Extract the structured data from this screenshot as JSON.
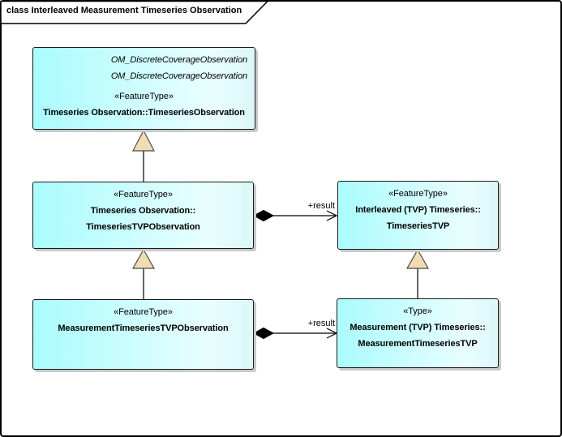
{
  "diagram": {
    "frame_title": "class Interleaved Measurement Timeseries Observation"
  },
  "colors": {
    "box-fill-left": "#a9fcfd",
    "box-fill-right": "#e9feff",
    "box-border": "#1a1a1a",
    "box-shadow": "#c9c9c9",
    "triangle-fill": "#f1ddb5",
    "connector": "#000000",
    "frame-border": "#000000",
    "background": "#ffffff",
    "text": "#000000"
  },
  "classes": {
    "timeseries_observation": {
      "parents": [
        "OM_DiscreteCoverageObservation",
        "OM_DiscreteCoverageObservation"
      ],
      "stereotype": "«FeatureType»",
      "name_lines": [
        "Timeseries Observation::TimeseriesObservation"
      ]
    },
    "timeseries_tvp_observation": {
      "stereotype": "«FeatureType»",
      "name_lines": [
        "Timeseries Observation::",
        "TimeseriesTVPObservation"
      ]
    },
    "measurement_timeseries_tvp_observation": {
      "stereotype": "«FeatureType»",
      "name_lines": [
        "MeasurementTimeseriesTVPObservation"
      ]
    },
    "timeseries_tvp": {
      "stereotype": "«FeatureType»",
      "name_lines": [
        "Interleaved (TVP) Timeseries::",
        "TimeseriesTVP"
      ]
    },
    "measurement_timeseries_tvp": {
      "stereotype": "«Type»",
      "name_lines": [
        "Measurement (TVP) Timeseries::",
        "MeasurementTimeseriesTVP"
      ]
    }
  },
  "connectors": {
    "result_top": {
      "label": "+result",
      "type": "composition"
    },
    "result_bottom": {
      "label": "+result",
      "type": "composition"
    }
  }
}
